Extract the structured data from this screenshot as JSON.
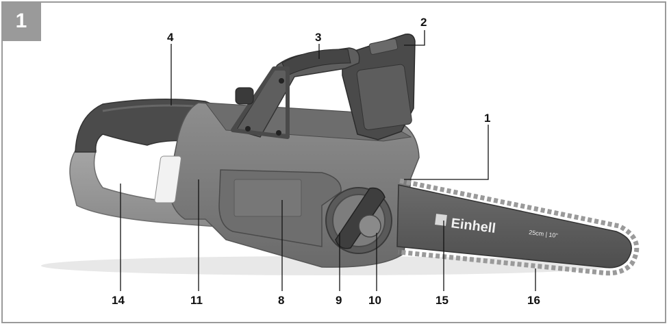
{
  "figure": {
    "number": "1"
  },
  "product": {
    "brand": "Einhell",
    "bar_size": "25cm | 10\""
  },
  "callouts": {
    "c1": "1",
    "c2": "2",
    "c3": "3",
    "c4": "4",
    "c8": "8",
    "c9": "9",
    "c10": "10",
    "c11": "11",
    "c14": "14",
    "c15": "15",
    "c16": "16"
  },
  "colors": {
    "frame": "#9a9a9a",
    "body_grey": "#7a7a7a",
    "handle_dark": "#4a4a4a"
  }
}
